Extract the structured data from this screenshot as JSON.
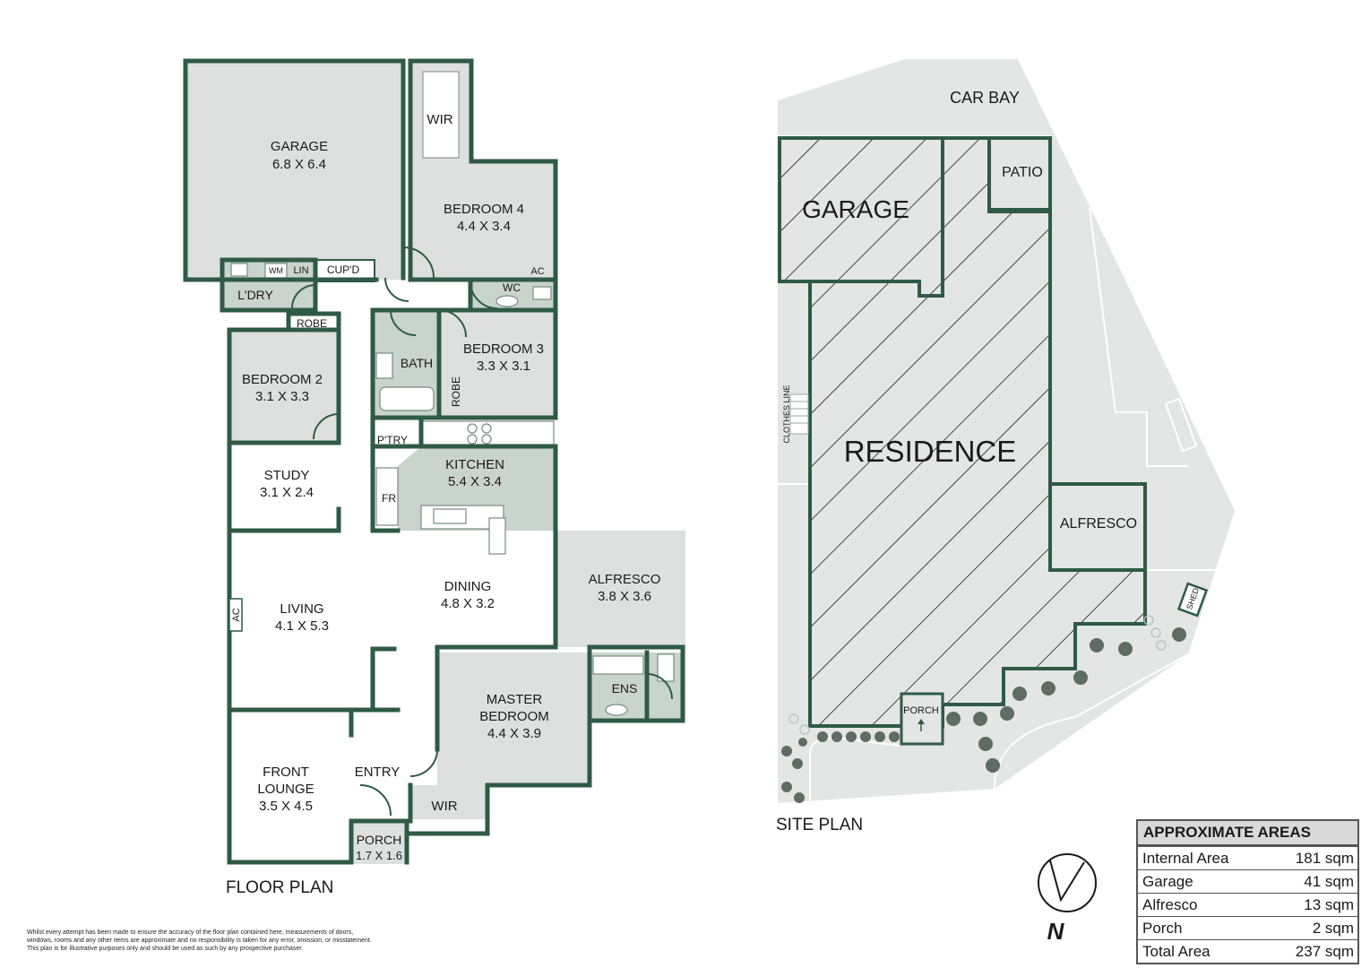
{
  "floor_plan": {
    "title": "FLOOR PLAN",
    "rooms": {
      "garage": {
        "name": "GARAGE",
        "dims": "6.8 X 6.4"
      },
      "wir_top": {
        "name": "WIR"
      },
      "bedroom4": {
        "name": "BEDROOM 4",
        "dims": "4.4 X 3.4"
      },
      "ac_top": {
        "name": "AC"
      },
      "laundry": {
        "name": "L'DRY"
      },
      "wm": {
        "name": "WM"
      },
      "lin": {
        "name": "LIN"
      },
      "cupd": {
        "name": "CUP'D"
      },
      "wc": {
        "name": "WC"
      },
      "robe2": {
        "name": "ROBE"
      },
      "bedroom2": {
        "name": "BEDROOM 2",
        "dims": "3.1 X 3.3"
      },
      "bath": {
        "name": "BATH"
      },
      "bedroom3": {
        "name": "BEDROOM 3",
        "dims": "3.3 X 3.1"
      },
      "robe3": {
        "name": "ROBE"
      },
      "pantry": {
        "name": "P'TRY"
      },
      "fridge": {
        "name": "FR"
      },
      "kitchen": {
        "name": "KITCHEN",
        "dims": "5.4 X 3.4"
      },
      "study": {
        "name": "STUDY",
        "dims": "3.1 X 2.4"
      },
      "dining": {
        "name": "DINING",
        "dims": "4.8 X 3.2"
      },
      "living": {
        "name": "LIVING",
        "dims": "4.1 X 5.3"
      },
      "ac_living": {
        "name": "AC"
      },
      "alfresco": {
        "name": "ALFRESCO",
        "dims": "3.8 X 3.6"
      },
      "ensuite": {
        "name": "ENS"
      },
      "master": {
        "name_line1": "MASTER",
        "name_line2": "BEDROOM",
        "dims": "4.4 X 3.9"
      },
      "front_lounge": {
        "name_line1": "FRONT",
        "name_line2": "LOUNGE",
        "dims": "3.5 X 4.5"
      },
      "entry": {
        "name": "ENTRY"
      },
      "wir_master": {
        "name": "WIR"
      },
      "porch": {
        "name": "PORCH",
        "dims": "1.7 X 1.6"
      }
    }
  },
  "site_plan": {
    "title": "SITE PLAN",
    "labels": {
      "car_bay": "CAR BAY",
      "garage": "GARAGE",
      "patio": "PATIO",
      "residence": "RESIDENCE",
      "clothes_line": "CLOTHES LINE",
      "alfresco": "ALFRESCO",
      "shed": "SHED",
      "porch": "PORCH"
    },
    "north": "N"
  },
  "areas": {
    "title": "APPROXIMATE AREAS",
    "rows": [
      {
        "label": "Internal Area",
        "value": "181 sqm"
      },
      {
        "label": "Garage",
        "value": "41 sqm"
      },
      {
        "label": "Alfresco",
        "value": "13 sqm"
      },
      {
        "label": "Porch",
        "value": "2 sqm"
      },
      {
        "label": "Total Area",
        "value": "237 sqm"
      }
    ]
  },
  "disclaimer": {
    "line1": "Whilst every attempt has been made to ensure the accuracy of the floor plan contained here, measurements of doors,",
    "line2": "windows, rooms and any other items are approximate and no responsibility is taken for any error, omission, or misstatement.",
    "line3": "This plan is for illustrative purposes only and should be used as such by any prospective purchaser."
  },
  "colors": {
    "wall": "#2f5a45",
    "room_fill": "#dde0de",
    "wet_fill": "#c9d4cd",
    "site_fill": "#e3e6e4",
    "tree": "#5f6c65"
  }
}
